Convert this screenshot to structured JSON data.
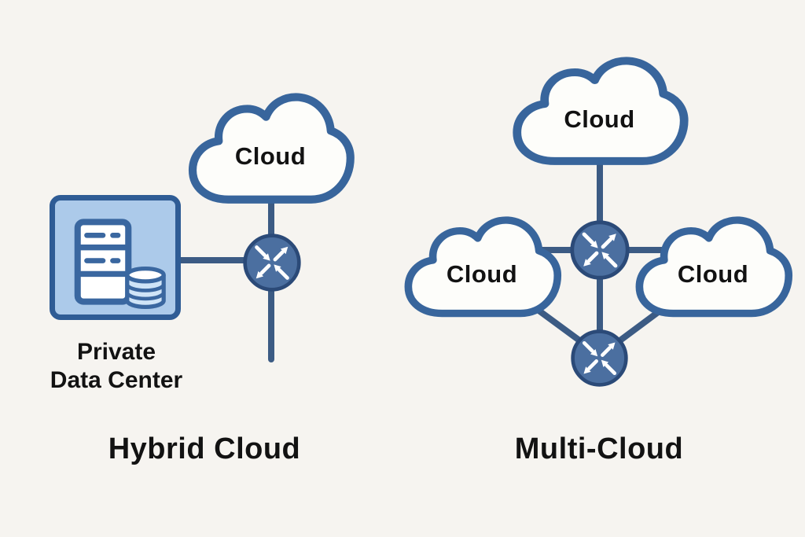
{
  "diagram": {
    "background_color": "#f6f4f0",
    "colors": {
      "cloud_stroke": "#38659c",
      "cloud_fill": "#fdfdfa",
      "connector_line": "#3c5b84",
      "router_fill": "#4b6fa0",
      "router_stroke": "#2b4a78",
      "router_arrows": "#ffffff",
      "datacenter_box_fill": "#accaea",
      "datacenter_box_stroke": "#2f5c95",
      "icon_stroke": "#3a67a0",
      "database_fill": "#cfe4f7",
      "text": "#121212"
    },
    "hybrid": {
      "title": "Hybrid Cloud",
      "cloud_label": "Cloud",
      "datacenter_label": "Private\nData Center"
    },
    "multi": {
      "title": "Multi-Cloud",
      "top_cloud_label": "Cloud",
      "left_cloud_label": "Cloud",
      "right_cloud_label": "Cloud"
    }
  }
}
